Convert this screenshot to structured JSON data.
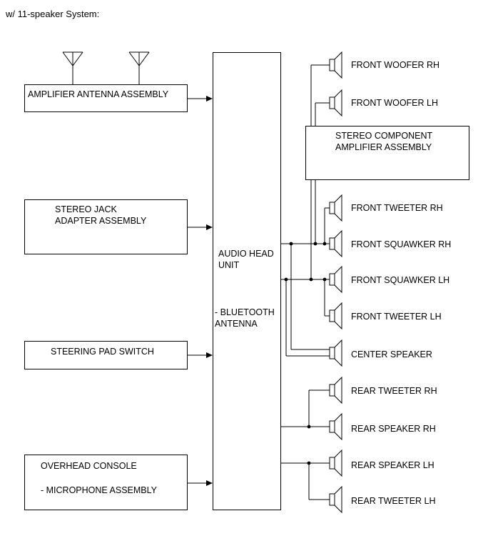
{
  "heading": "w/ 11-speaker System:",
  "left_components": {
    "amplifier_antenna": "AMPLIFIER ANTENNA ASSEMBLY",
    "stereo_jack_line1": "STEREO JACK",
    "stereo_jack_line2": "ADAPTER ASSEMBLY",
    "steering_pad": "STEERING PAD SWITCH",
    "overhead_line1": "OVERHEAD CONSOLE",
    "overhead_line2": "- MICROPHONE ASSEMBLY"
  },
  "head_unit": {
    "line1": "AUDIO HEAD",
    "line2": "UNIT",
    "line3": "- BLUETOOTH",
    "line4": "ANTENNA"
  },
  "amplifier": {
    "line1": "STEREO COMPONENT",
    "line2": "AMPLIFIER ASSEMBLY"
  },
  "speakers": [
    "FRONT WOOFER RH",
    "FRONT WOOFER LH",
    "FRONT TWEETER RH",
    "FRONT SQUAWKER RH",
    "FRONT SQUAWKER LH",
    "FRONT TWEETER LH",
    "CENTER SPEAKER",
    "REAR TWEETER RH",
    "REAR SPEAKER RH",
    "REAR SPEAKER LH",
    "REAR TWEETER LH"
  ]
}
